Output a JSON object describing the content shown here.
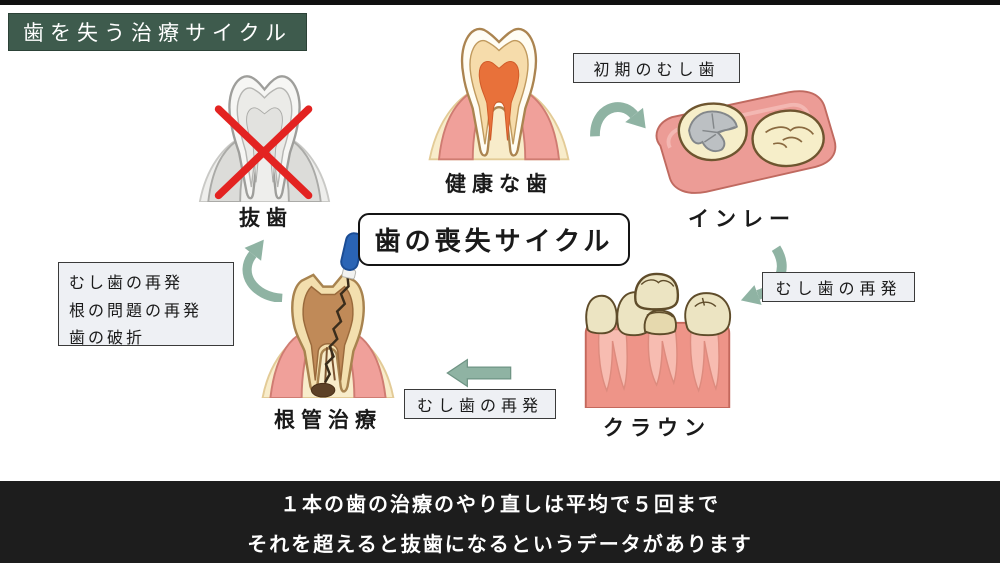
{
  "header": {
    "badge": "歯を失う治療サイクル",
    "bg_color": "#3e5b4d",
    "text_color": "#ffffff"
  },
  "center": {
    "label": "歯の喪失サイクル"
  },
  "stages": {
    "healthy": {
      "label": "健康な歯",
      "illustration": "healthy-tooth-cross-section"
    },
    "inlay": {
      "label": "インレー",
      "illustration": "molars-with-metal-inlay"
    },
    "crown": {
      "label": "クラウン",
      "illustration": "crown-placement-on-prepared-tooth"
    },
    "root_canal": {
      "label": "根管治療",
      "illustration": "root-canal-file-in-tooth"
    },
    "extraction": {
      "label": "抜歯",
      "illustration": "grayed-out-tooth-with-red-cross"
    }
  },
  "notes": {
    "initial_cavity": "初期のむし歯",
    "recurrence_right": "むし歯の再発",
    "recurrence_bottom": "むし歯の再発",
    "left_box": {
      "line1": "むし歯の再発",
      "line2": "根の問題の再発",
      "line3": "歯の破折"
    }
  },
  "arrows": [
    "curved-arrow-healthy-to-inlay",
    "curved-arrow-inlay-to-crown",
    "straight-arrow-crown-to-root-canal",
    "curved-arrow-root-canal-to-extraction"
  ],
  "footer": {
    "line1": "１本の歯の治療のやり直しは平均で５回まで",
    "line2": "それを超えると抜歯になるというデータがあります",
    "bg_color": "#1d1d1d",
    "text_color": "#ffffff"
  },
  "colors": {
    "arrow_green": "#8fb3a3",
    "note_box_bg": "#eef0f4",
    "note_box_border": "#3a3a3a",
    "gum_pink": "#f0a09a",
    "tooth_cream": "#f6eec9",
    "pulp_orange": "#e8713a",
    "inlay_silver": "#bcc0c3",
    "file_handle_blue": "#2a64b5",
    "cross_red": "#e32321",
    "header_green": "#3e5b4d",
    "footer_black": "#1d1d1d"
  }
}
